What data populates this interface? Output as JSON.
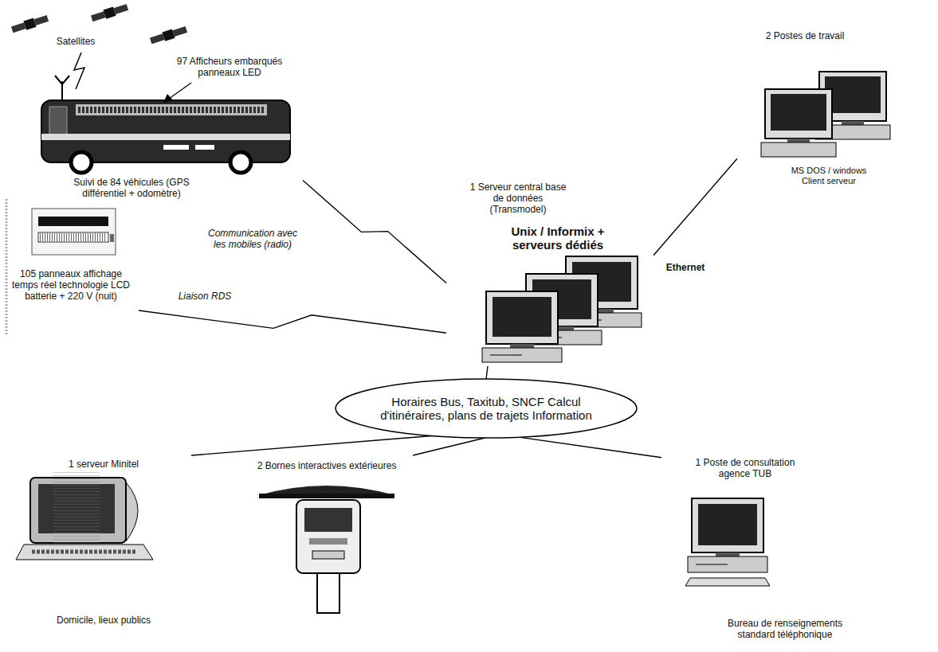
{
  "diagram": {
    "nodes": [
      {
        "text": [
          "Suivi de 84 véhicules (GPS différentiel + odomètre)"
        ]
      },
      {
        "text": [
          "105 panneaux affichage temps réel technologie LCD batterie + 220 V (nuit)"
        ]
      },
      {
        "text": [
          "1 Serveur central base de données (Transmodel)",
          "Unix / Informix + serveurs dédiés"
        ]
      },
      {
        "text": [
          "2 Postes de travail",
          "MS DOS / windows Client serveur"
        ]
      },
      {
        "text": [
          "Horaires Bus, Taxitub, SNCF Calcul d'itinéraires, plans de trajets Information"
        ]
      },
      {
        "text": [
          "1 serveur Minitel",
          "Domicile, lieux publics"
        ]
      },
      {
        "text": [
          "2 Bornes interactives extérieures"
        ]
      },
      {
        "text": [
          "1 Poste de consultation agence TUB",
          "Bureau de renseignements standard téléphonique"
        ]
      }
    ],
    "edges": [
      {
        "from": 0,
        "to": 2,
        "label": "Communication avec les mobiles (radio)",
        "arrow": "none"
      },
      {
        "from": 1,
        "to": 2,
        "label": "Liaison RDS",
        "arrow": "none"
      },
      {
        "from": 3,
        "to": 2,
        "label": "Ethernet",
        "arrow": "none"
      },
      {
        "from": 2,
        "to": 4,
        "arrow": "none"
      },
      {
        "from": 4,
        "to": 5,
        "arrow": "none"
      },
      {
        "from": 4,
        "to": 6,
        "arrow": "none"
      },
      {
        "from": 4,
        "to": 7,
        "arrow": "none"
      }
    ],
    "labels": [
      "Satellites",
      "97 Afficheurs embarqués panneaux LED"
    ]
  }
}
